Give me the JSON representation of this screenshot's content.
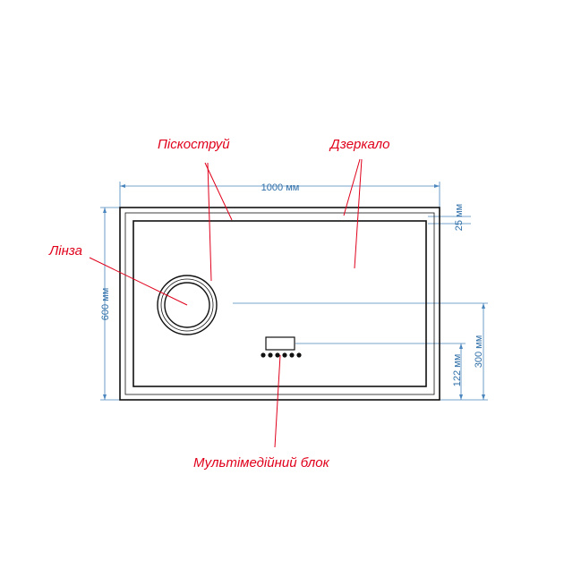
{
  "labels": {
    "sandblast": "Піскоструй",
    "mirror": "Дзеркало",
    "lens": "Лінза",
    "multimedia": "Мультімедійний блок"
  },
  "dimensions": {
    "width": "1000 мм",
    "height": "600 мм",
    "border": "25 мм",
    "offset_300": "300 мм",
    "offset_122": "122 мм"
  },
  "colors": {
    "callout": "#e0001b",
    "dimension": "#2f6fa8",
    "outline": "#111111"
  },
  "icons": [
    "lens-ring-icon",
    "display-screen-icon",
    "control-buttons-icon"
  ]
}
